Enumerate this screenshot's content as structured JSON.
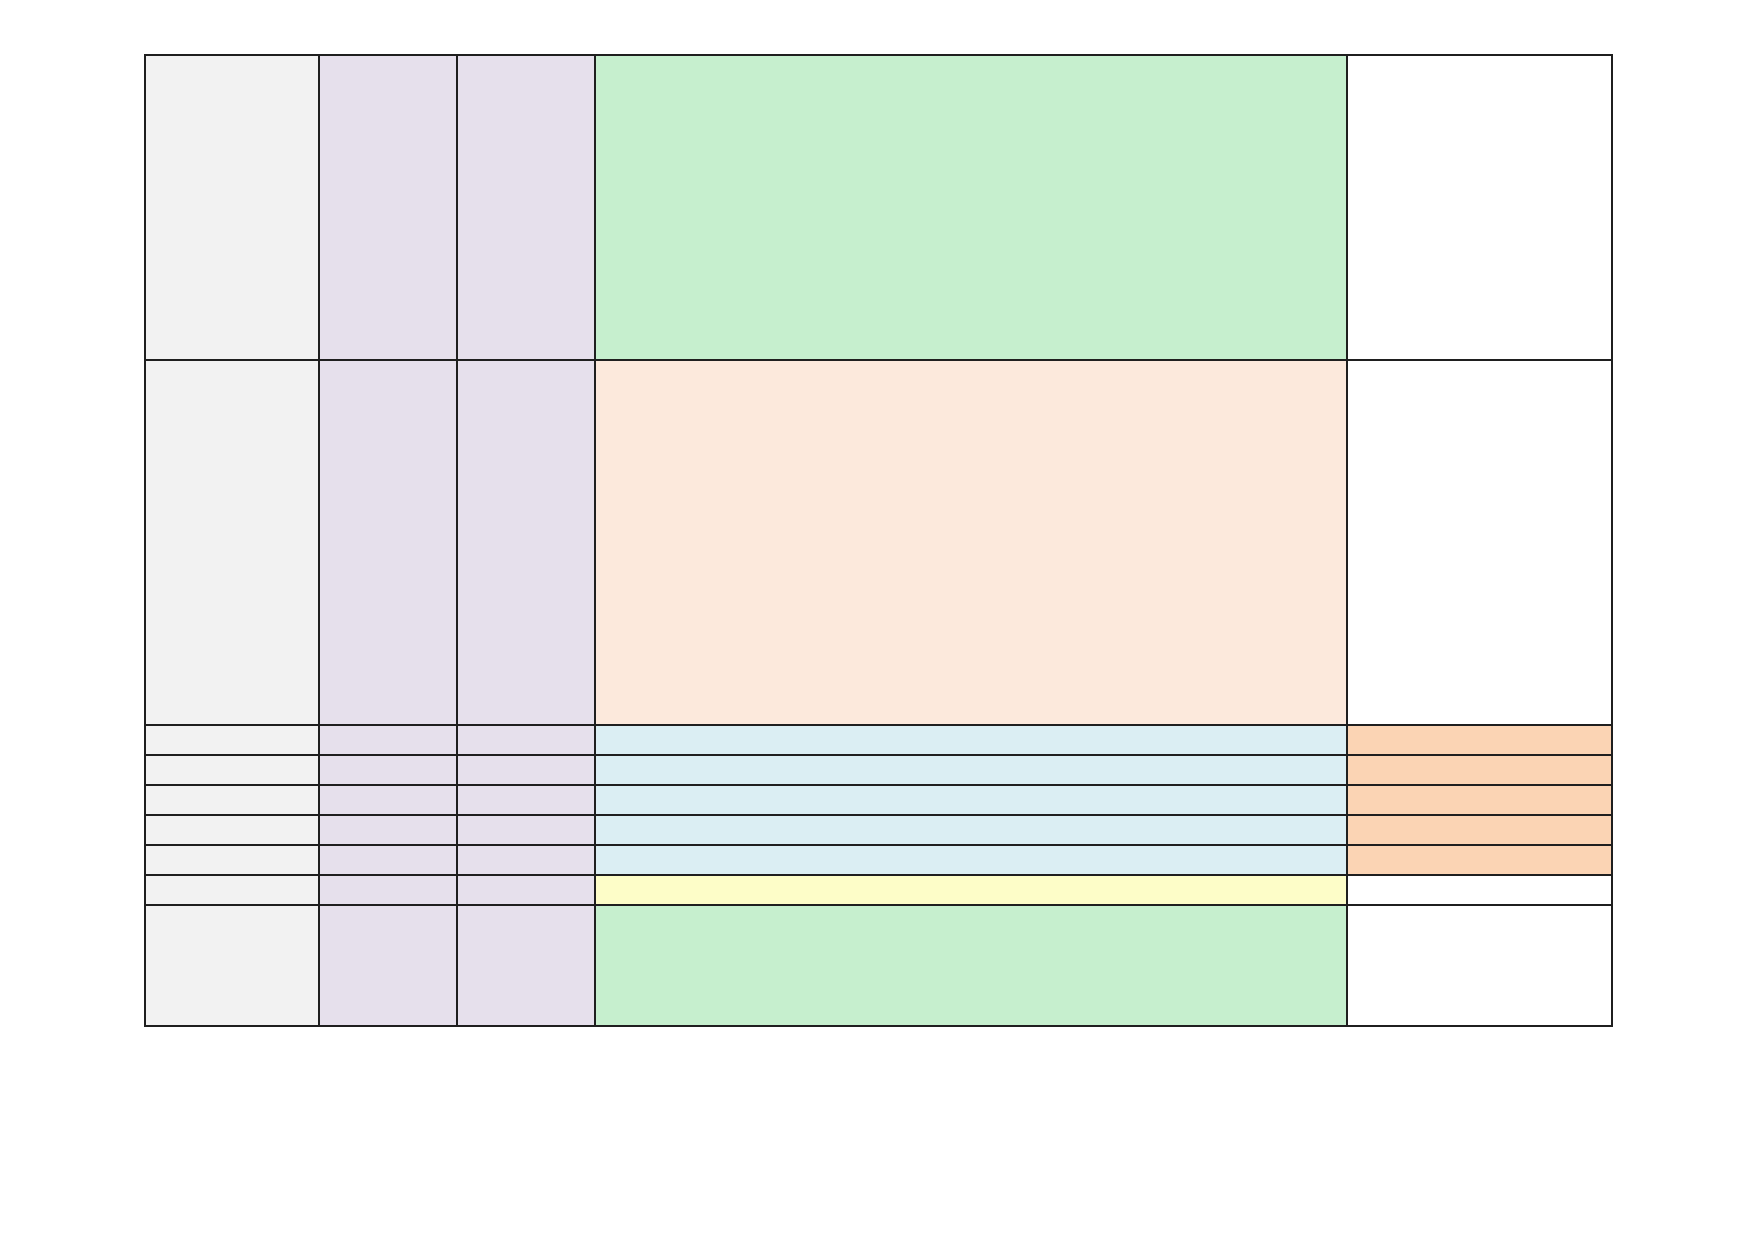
{
  "palette": {
    "border": "#1f1f1f",
    "gray": "#f2f2f2",
    "lavender": "#e6e0ec",
    "green": "#c6efce",
    "peach": "#fce9dc",
    "light_blue": "#dbeef3",
    "orange": "#fbd4b4",
    "yellow": "#fdfdc8",
    "white": "#ffffff"
  },
  "table": {
    "rows": [
      {
        "fills": [
          "gray",
          "lavender",
          "lavender",
          "green",
          "white"
        ],
        "cells": [
          "",
          "",
          "",
          "",
          ""
        ]
      },
      {
        "fills": [
          "gray",
          "lavender",
          "lavender",
          "peach",
          "white"
        ],
        "cells": [
          "",
          "",
          "",
          "",
          ""
        ]
      },
      {
        "fills": [
          "gray",
          "lavender",
          "lavender",
          "light_blue",
          "orange"
        ],
        "cells": [
          "",
          "",
          "",
          "",
          ""
        ]
      },
      {
        "fills": [
          "gray",
          "lavender",
          "lavender",
          "light_blue",
          "orange"
        ],
        "cells": [
          "",
          "",
          "",
          "",
          ""
        ]
      },
      {
        "fills": [
          "gray",
          "lavender",
          "lavender",
          "light_blue",
          "orange"
        ],
        "cells": [
          "",
          "",
          "",
          "",
          ""
        ]
      },
      {
        "fills": [
          "gray",
          "lavender",
          "lavender",
          "light_blue",
          "orange"
        ],
        "cells": [
          "",
          "",
          "",
          "",
          ""
        ]
      },
      {
        "fills": [
          "gray",
          "lavender",
          "lavender",
          "light_blue",
          "orange"
        ],
        "cells": [
          "",
          "",
          "",
          "",
          ""
        ]
      },
      {
        "fills": [
          "gray",
          "lavender",
          "lavender",
          "yellow",
          "white"
        ],
        "cells": [
          "",
          "",
          "",
          "",
          ""
        ]
      },
      {
        "fills": [
          "gray",
          "lavender",
          "lavender",
          "green",
          "white"
        ],
        "cells": [
          "",
          "",
          "",
          "",
          ""
        ]
      }
    ]
  }
}
